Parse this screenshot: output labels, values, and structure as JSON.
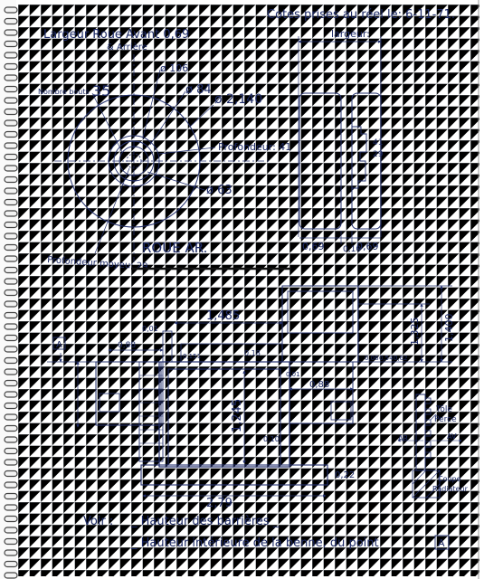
{
  "header": {
    "title": "Cotes prises au réel le: 6-11-71.",
    "left_line1": "Largeur Roue Avant 0,69",
    "left_line2": "& Arrière"
  },
  "wheel": {
    "dia_hub": "ø 106",
    "nombre_bouts_label": "Nombre bouts",
    "nombre_bouts_value": "35",
    "dia_84": "ø 84",
    "dia_2140": "ø 2,140",
    "profondeur": "Profondeur: 41",
    "dia_63": "ø 63",
    "profondeur_moyeu": "Profondeur moyeu: 29",
    "caption": "ROUE AR."
  },
  "side_view": {
    "label": "largeur:",
    "dim_left": "0,69",
    "dim_mid": "0,10",
    "dim_right": "0,69",
    "small_41": "41",
    "small_29": "29"
  },
  "plan": {
    "ref_a": "A",
    "d_1485": "1,485",
    "d_001": "0,01",
    "d_088_left": "0,88",
    "d_0151": "0,151",
    "d_018": "0,18",
    "d_006": "0,06",
    "d_054": "0,54",
    "d_062": "0,62",
    "d_1325": "1,325",
    "d_1400": "1,400",
    "d_001_b": "0,01",
    "d_088_right": "0,88",
    "d_1245": "1,245",
    "d_010": "0,10",
    "d_022": "0,22",
    "d_279": "2,79",
    "tole_1": "Tôle",
    "tole_2": "Perce",
    "ar": "AR",
    "av": "AV",
    "coupe_1": "Coupe",
    "coupe_2": "Radiateur"
  },
  "notes": {
    "voir": "Voir :",
    "line1": "_ Hauteur des barrières _",
    "line2": "_ Hauteur intérieure de la benne, du point",
    "line2_ref": "A"
  }
}
